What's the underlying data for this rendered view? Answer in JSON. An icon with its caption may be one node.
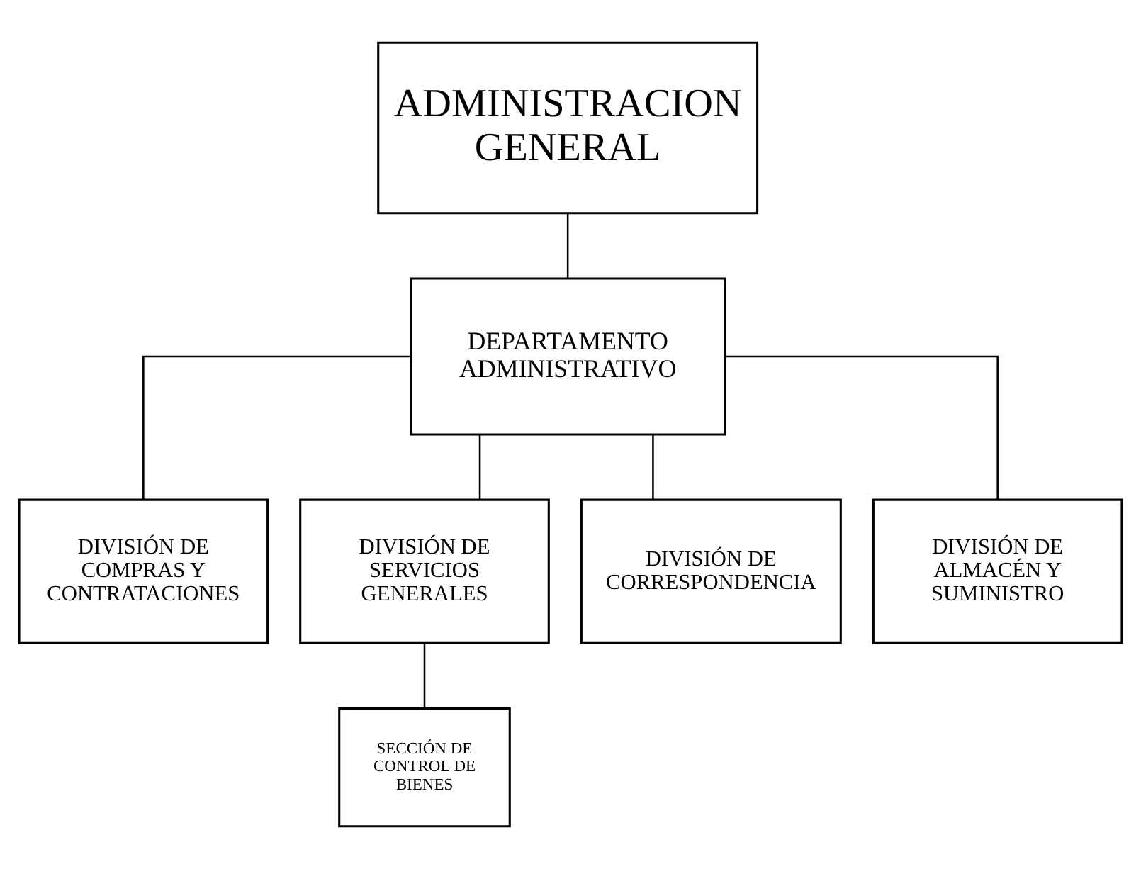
{
  "diagram": {
    "nodes": [
      {
        "text": [
          "ADMINISTRACION GENERAL"
        ]
      },
      {
        "text": [
          "DEPARTAMENTO ADMINISTRATIVO"
        ]
      },
      {
        "text": [
          "DIVISIÓN DE COMPRAS Y CONTRATACIONES"
        ]
      },
      {
        "text": [
          "DIVISIÓN DE SERVICIOS GENERALES"
        ]
      },
      {
        "text": [
          "DIVISIÓN DE CORRESPONDENCIA"
        ]
      },
      {
        "text": [
          "DIVISIÓN DE ALMACÉN Y SUMINISTRO"
        ]
      },
      {
        "text": [
          "SECCIÓN DE CONTROL DE BIENES"
        ]
      }
    ],
    "edges": [
      {
        "from": 0,
        "to": 1,
        "arrow": "none"
      },
      {
        "from": 1,
        "to": 2,
        "arrow": "none"
      },
      {
        "from": 1,
        "to": 3,
        "arrow": "none"
      },
      {
        "from": 1,
        "to": 4,
        "arrow": "none"
      },
      {
        "from": 1,
        "to": 5,
        "arrow": "none"
      },
      {
        "from": 3,
        "to": 6,
        "arrow": "none"
      }
    ]
  }
}
